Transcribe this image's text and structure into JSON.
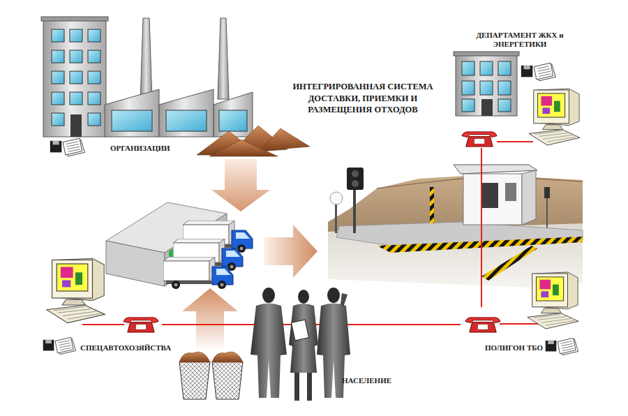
{
  "diagram": {
    "title": "ИНТЕГРИРОВАННАЯ СИСТЕМА ДОСТАВКИ, ПРИЕМКИ И РАЗМЕЩЕНИЯ ОТХОДОВ",
    "nodes": [
      {
        "text": [
          "ОРГАНИЗАЦИИ"
        ]
      },
      {
        "text": [
          "ДЕПАРТАМЕНТ ЖКХ и ЭНЕРГЕТИКИ"
        ]
      },
      {
        "text": [
          "СПЕЦАВТОХОЗЯЙСТВА"
        ]
      },
      {
        "text": [
          "ПОЛИГОН ТБО"
        ]
      },
      {
        "text": [
          "НАСЕЛЕНИЕ"
        ]
      }
    ],
    "edges": [
      {
        "from": 2,
        "to": 3,
        "arrow": "none"
      },
      {
        "from": 3,
        "to": 1,
        "arrow": "none"
      }
    ]
  }
}
